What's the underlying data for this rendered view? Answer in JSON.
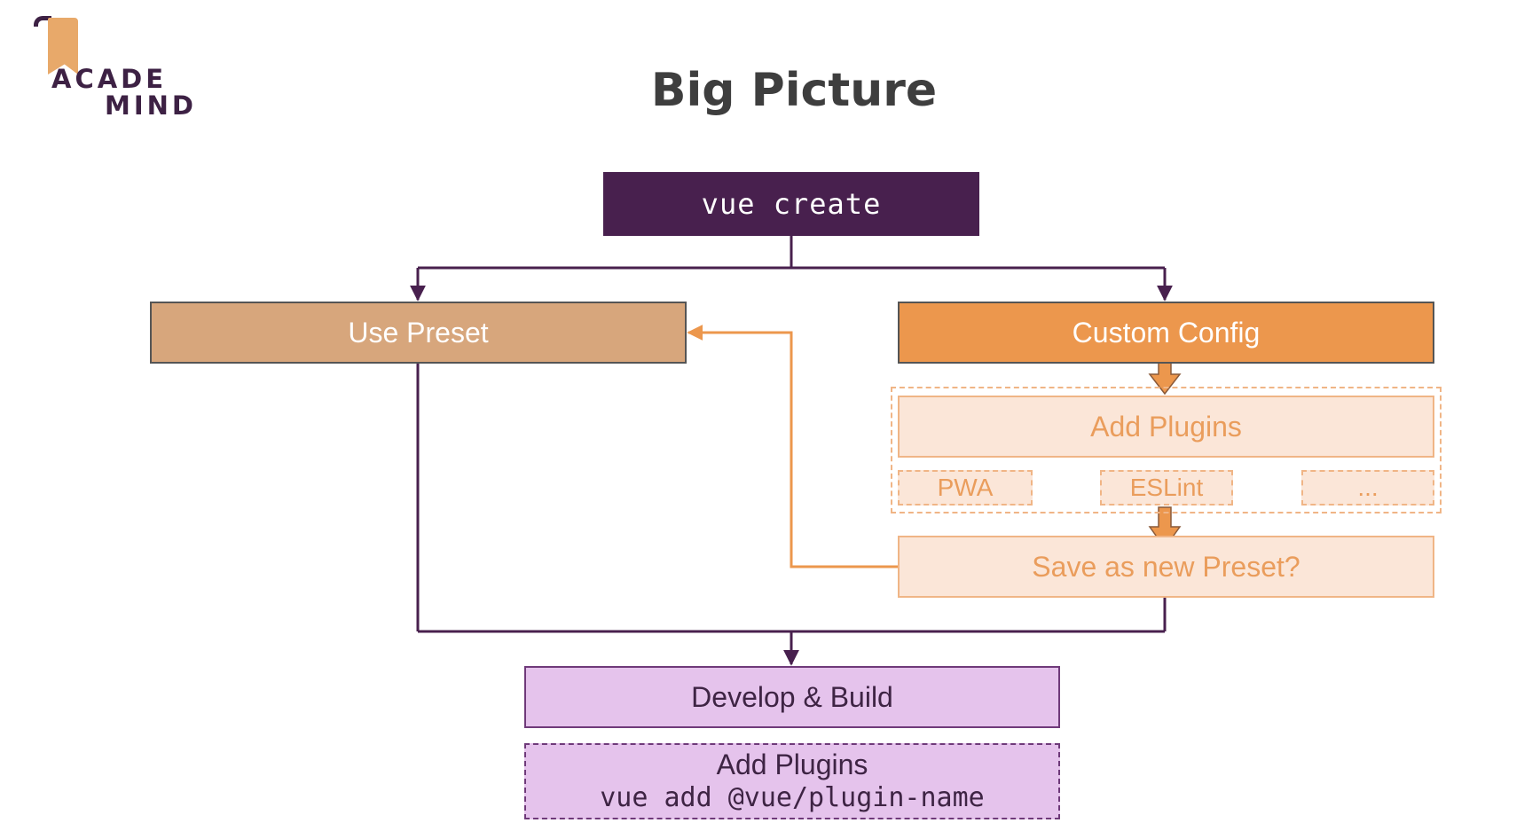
{
  "logo": {
    "line1": "ACADE",
    "line2": "MIND"
  },
  "title": "Big Picture",
  "nodes": {
    "vue_create": "vue create",
    "use_preset": "Use Preset",
    "custom_config": "Custom Config",
    "add_plugins": "Add Plugins",
    "plugin_pwa": "PWA",
    "plugin_eslint": "ESLint",
    "plugin_more": "...",
    "save_preset": "Save as new Preset?",
    "develop_build": "Develop & Build",
    "add_plugins_cli_label": "Add Plugins",
    "add_plugins_cli_command": "vue add @vue/plugin-name"
  },
  "colors": {
    "dark_purple": "#48204e",
    "preset_tan": "#d7a67c",
    "custom_orange": "#ec974d",
    "light_peach": "#fbe6d8",
    "peach_text": "#ea9d5c",
    "lilac": "#e5c3ec",
    "connector_purple": "#48204e",
    "connector_orange": "#ec974d"
  }
}
